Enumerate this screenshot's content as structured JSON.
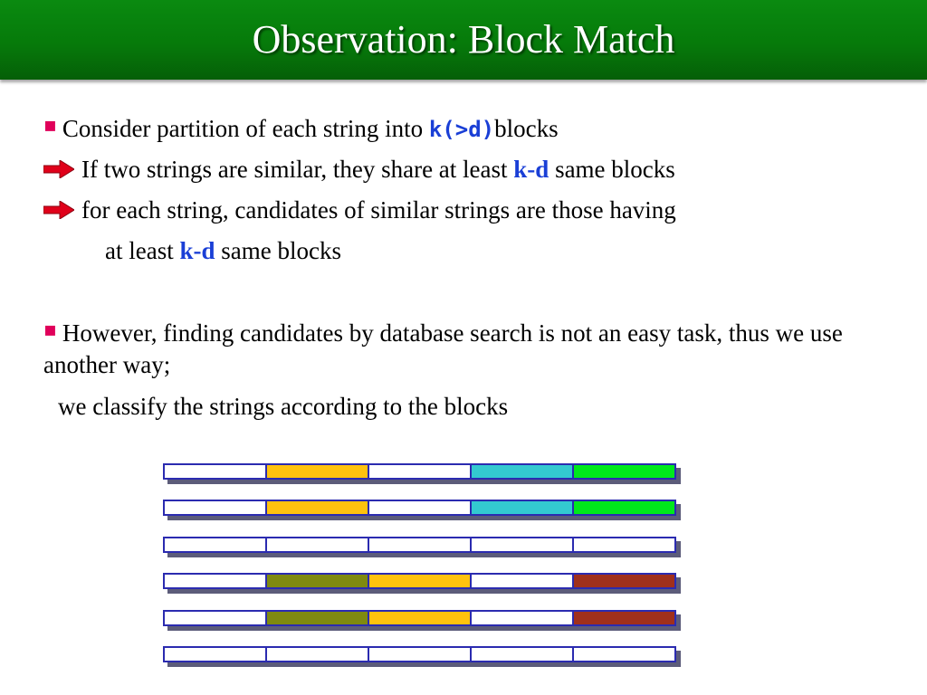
{
  "title": "Observation: Block Match",
  "bullet_glyph": "▪",
  "line1": {
    "text": "Consider partition of each string into ",
    "kd": "k(>d)",
    "tail": "blocks"
  },
  "line2": {
    "text": "If two strings are similar, they share at least ",
    "kd": "k-d",
    "tail": " same blocks"
  },
  "line3": {
    "text": "for each string, candidates of similar strings are those having"
  },
  "line4": {
    "text": "at least ",
    "kd": "k-d",
    "tail": " same blocks"
  },
  "line5": {
    "text": "However, finding candidates by database search is not an easy task, thus we use another way;"
  },
  "line6": {
    "text": "we classify the strings according to the blocks"
  },
  "colors": {
    "title_bg": "#067a0a",
    "accent": "#1a3fd6",
    "arrow": "#e0001a",
    "bullet": "#e0005a"
  },
  "blocks": [
    [
      "#ffffff",
      "#ffc20e",
      "#ffffff",
      "#33c9d0",
      "#00e81c"
    ],
    [
      "#ffffff",
      "#ffc20e",
      "#ffffff",
      "#33c9d0",
      "#00e81c"
    ],
    [
      "#ffffff",
      "#ffffff",
      "#ffffff",
      "#ffffff",
      "#ffffff"
    ],
    [
      "#ffffff",
      "#7f8a10",
      "#ffc20e",
      "#ffffff",
      "#a0301c"
    ],
    [
      "#ffffff",
      "#7f8a10",
      "#ffc20e",
      "#ffffff",
      "#a0301c"
    ],
    [
      "#ffffff",
      "#ffffff",
      "#ffffff",
      "#ffffff",
      "#ffffff"
    ]
  ]
}
